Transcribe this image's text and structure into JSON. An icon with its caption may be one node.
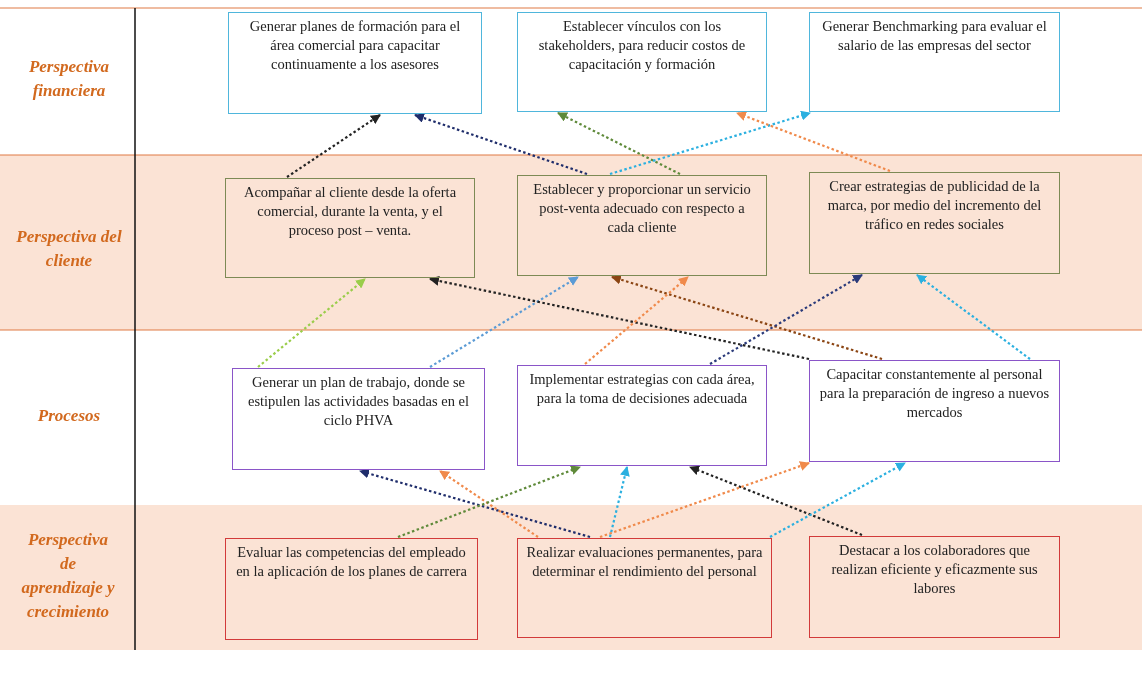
{
  "diagram": {
    "nodes": [
      {
        "text": [
          "Generar planes de formación para el área comercial para capacitar continuamente a los asesores"
        ]
      },
      {
        "text": [
          "Establecer vínculos con los stakeholders,  para reducir costos de capacitación y formación"
        ]
      },
      {
        "text": [
          "Generar Benchmarking para evaluar el salario de las empresas del sector"
        ]
      },
      {
        "text": [
          "Acompañar al cliente desde la oferta comercial, durante la venta, y el proceso post – venta."
        ]
      },
      {
        "text": [
          "Establecer y proporcionar un servicio post-venta adecuado con respecto a cada cliente"
        ]
      },
      {
        "text": [
          "Crear estrategias de publicidad de la marca, por medio del incremento del tráfico en redes sociales"
        ]
      },
      {
        "text": [
          "Generar un plan de trabajo, donde se estipulen las actividades basadas en el ciclo PHVA"
        ]
      },
      {
        "text": [
          "Implementar estrategias con cada área, para la toma de decisiones adecuada"
        ]
      },
      {
        "text": [
          "Capacitar constantemente al personal para la preparación de ingreso a nuevos mercados"
        ]
      },
      {
        "text": [
          "Evaluar las competencias del empleado en la aplicación de los planes de carrera"
        ]
      },
      {
        "text": [
          "Realizar evaluaciones permanentes, para determinar el rendimiento del personal"
        ]
      },
      {
        "text": [
          "Destacar a los colaboradores que realizan eficiente y eficazmente sus labores"
        ]
      }
    ],
    "edges": [
      {
        "from": 3,
        "to": 0,
        "arrow": "to",
        "style": "dashed",
        "color": "#222222"
      },
      {
        "from": 4,
        "to": 0,
        "arrow": "to",
        "style": "dashed",
        "color": "#1f2d6b"
      },
      {
        "from": 4,
        "to": 1,
        "arrow": "to",
        "style": "dashed",
        "color": "#5f8a3a"
      },
      {
        "from": 4,
        "to": 2,
        "arrow": "to",
        "style": "dashed",
        "color": "#2bb0e0"
      },
      {
        "from": 5,
        "to": 1,
        "arrow": "to",
        "style": "dashed",
        "color": "#f08a4b"
      },
      {
        "from": 6,
        "to": 3,
        "arrow": "to",
        "style": "dashed",
        "color": "#9acd4a"
      },
      {
        "from": 6,
        "to": 4,
        "arrow": "to",
        "style": "dashed",
        "color": "#5b9bd5"
      },
      {
        "from": 8,
        "to": 3,
        "arrow": "to",
        "style": "dashed",
        "color": "#222222"
      },
      {
        "from": 8,
        "to": 4,
        "arrow": "to",
        "style": "dashed",
        "color": "#8b4513"
      },
      {
        "from": 7,
        "to": 4,
        "arrow": "to",
        "style": "dashed",
        "color": "#f08a4b"
      },
      {
        "from": 7,
        "to": 5,
        "arrow": "to",
        "style": "dashed",
        "color": "#2a3a7a"
      },
      {
        "from": 8,
        "to": 5,
        "arrow": "to",
        "style": "dashed",
        "color": "#2bb0e0"
      },
      {
        "from": 10,
        "to": 6,
        "arrow": "to",
        "style": "dashed",
        "color": "#1f2d6b"
      },
      {
        "from": 10,
        "to": 6,
        "arrow": "to",
        "style": "dashed",
        "color": "#f08a4b"
      },
      {
        "from": 9,
        "to": 7,
        "arrow": "to",
        "style": "dashed",
        "color": "#5f8a3a"
      },
      {
        "from": 10,
        "to": 7,
        "arrow": "to",
        "style": "dashed",
        "color": "#2bb0e0"
      },
      {
        "from": 11,
        "to": 7,
        "arrow": "to",
        "style": "dashed",
        "color": "#222222"
      },
      {
        "from": 10,
        "to": 8,
        "arrow": "to",
        "style": "dashed",
        "color": "#f08a4b"
      },
      {
        "from": 10,
        "to": 8,
        "arrow": "to",
        "style": "dashed",
        "color": "#2bb0e0"
      }
    ],
    "labels": [
      "Perspectiva financiera",
      "Perspectiva del cliente",
      "Procesos",
      "Perspectiva de aprendizaje y crecimiento"
    ]
  }
}
